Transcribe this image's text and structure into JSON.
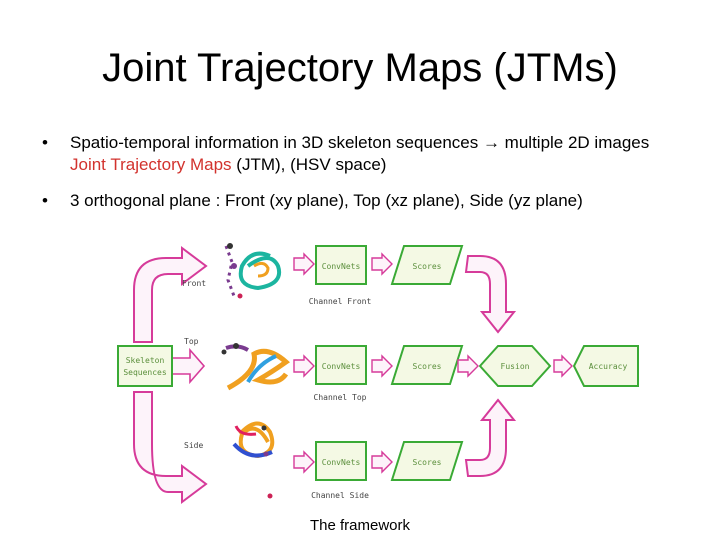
{
  "title": "Joint Trajectory Maps (JTMs)",
  "bullets": [
    {
      "pre": "Spatio-temporal information in 3D skeleton sequences → multiple 2D images ",
      "highlight": "Joint Trajectory Maps",
      "post": " (JTM),  (HSV space)"
    },
    {
      "text": "3 orthogonal plane : Front (xy plane), Top (xz plane), Side (yz plane)"
    }
  ],
  "diagram": {
    "skeleton": "Skeleton\nSequences",
    "views": [
      "Front",
      "Top",
      "Side"
    ],
    "convnets": "ConvNets",
    "scores": "Scores",
    "channels": [
      "Channel Front",
      "Channel Top",
      "Channel Side"
    ],
    "fusion": "Fusion",
    "accuracy": "Accuracy"
  },
  "caption": "The framework",
  "colors": {
    "highlight": "#d2322d",
    "arrow": "#d63b9a",
    "box": "#3aaa35",
    "box_fill": "#f4f9e4",
    "text_green": "#5b8f3c"
  }
}
